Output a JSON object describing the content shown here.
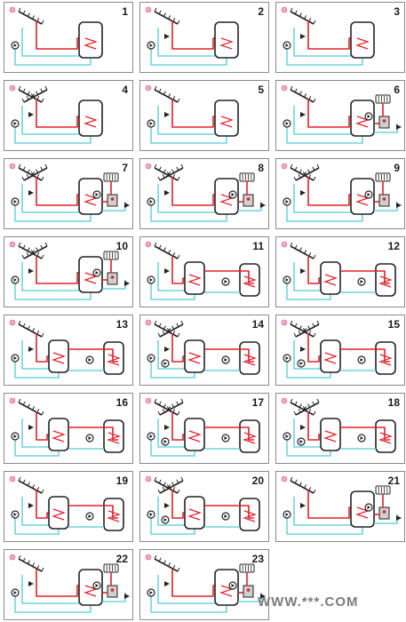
{
  "panels": [
    {
      "number": "1"
    },
    {
      "number": "2"
    },
    {
      "number": "3"
    },
    {
      "number": "4"
    },
    {
      "number": "5"
    },
    {
      "number": "6"
    },
    {
      "number": "7"
    },
    {
      "number": "8"
    },
    {
      "number": "9"
    },
    {
      "number": "10"
    },
    {
      "number": "11"
    },
    {
      "number": "12"
    },
    {
      "number": "13"
    },
    {
      "number": "14"
    },
    {
      "number": "15"
    },
    {
      "number": "16"
    },
    {
      "number": "17"
    },
    {
      "number": "18"
    },
    {
      "number": "19"
    },
    {
      "number": "20"
    },
    {
      "number": "21"
    },
    {
      "number": "22"
    },
    {
      "number": "23"
    }
  ],
  "watermark": "WWW.***.COM",
  "colors": {
    "hot": "#e0202a",
    "cold": "#6fd3df",
    "line": "#222222",
    "sun": "#f7a6c8"
  },
  "icons": [
    "sun-icon",
    "solar-collector-icon",
    "storage-tank-icon",
    "pump-icon",
    "valve-icon",
    "radiator-icon",
    "boiler-icon"
  ]
}
